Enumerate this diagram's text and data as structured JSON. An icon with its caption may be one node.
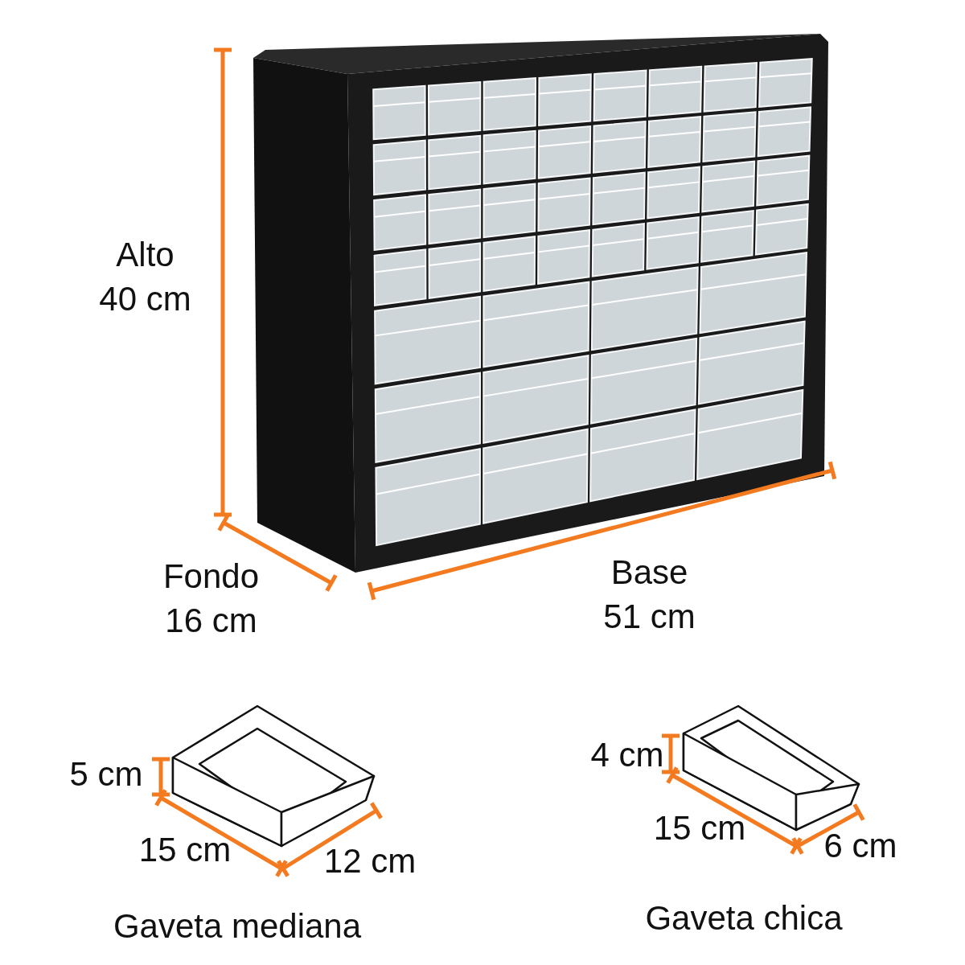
{
  "diagram": {
    "labels": [
      "Alto 40 cm",
      "Fondo 16 cm",
      "Base 51 cm",
      "5 cm",
      "15 cm",
      "12 cm",
      "Gaveta mediana",
      "4 cm",
      "15 cm",
      "6 cm",
      "Gaveta chica"
    ]
  }
}
